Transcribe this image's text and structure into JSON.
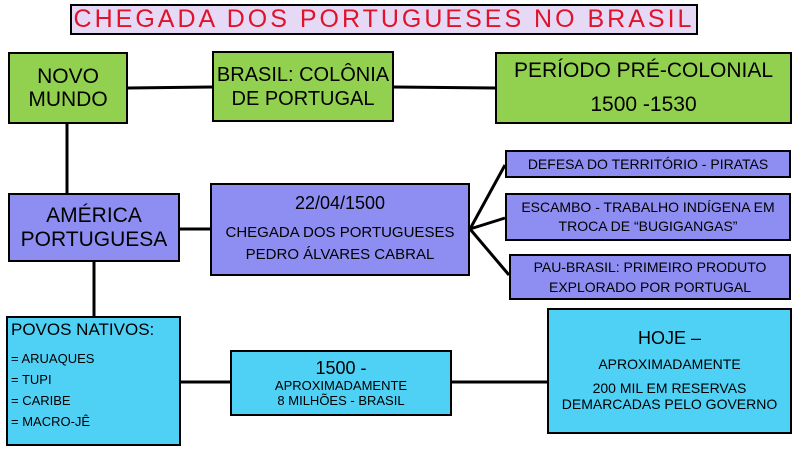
{
  "title": "CHEGADA DOS PORTUGUESES NO BRASIL",
  "nodes": {
    "novo_mundo": "NOVO MUNDO",
    "brasil_colonia": "BRASIL: COLÔNIA DE PORTUGAL",
    "periodo": {
      "line1": "PERÍODO PRÉ-COLONIAL",
      "line2": "1500 -1530"
    },
    "america": "AMÉRICA PORTUGUESA",
    "chegada": {
      "date": "22/04/1500",
      "line1": "CHEGADA DOS PORTUGUESES",
      "line2": "PEDRO ÁLVARES CABRAL"
    },
    "defesa": "DEFESA DO TERRITÓRIO - PIRATAS",
    "escambo": "ESCAMBO - TRABALHO INDÍGENA EM TROCA DE “BUGIGANGAS”",
    "pau_brasil": "PAU-BRASIL: PRIMEIRO PRODUTO EXPLORADO POR PORTUGAL",
    "povos": {
      "heading": "POVOS NATIVOS:",
      "items": [
        "= ARUAQUES",
        "= TUPI",
        "= CARIBE",
        "= MACRO-JÊ"
      ]
    },
    "pop_1500": {
      "line1": "1500 -",
      "line2": "APROXIMADAMENTE",
      "line3": "8 MILHÕES - BRASIL"
    },
    "hoje": {
      "line1": "HOJE –",
      "line2": "APROXIMADAMENTE",
      "line3": "200 MIL EM RESERVAS DEMARCADAS PELO GOVERNO"
    }
  },
  "colors": {
    "title_text": "#e0132a",
    "title_bg": "#e6d9f5",
    "green": "#92d050",
    "purple": "#8e8ef2",
    "cyan": "#4fd0f5"
  }
}
